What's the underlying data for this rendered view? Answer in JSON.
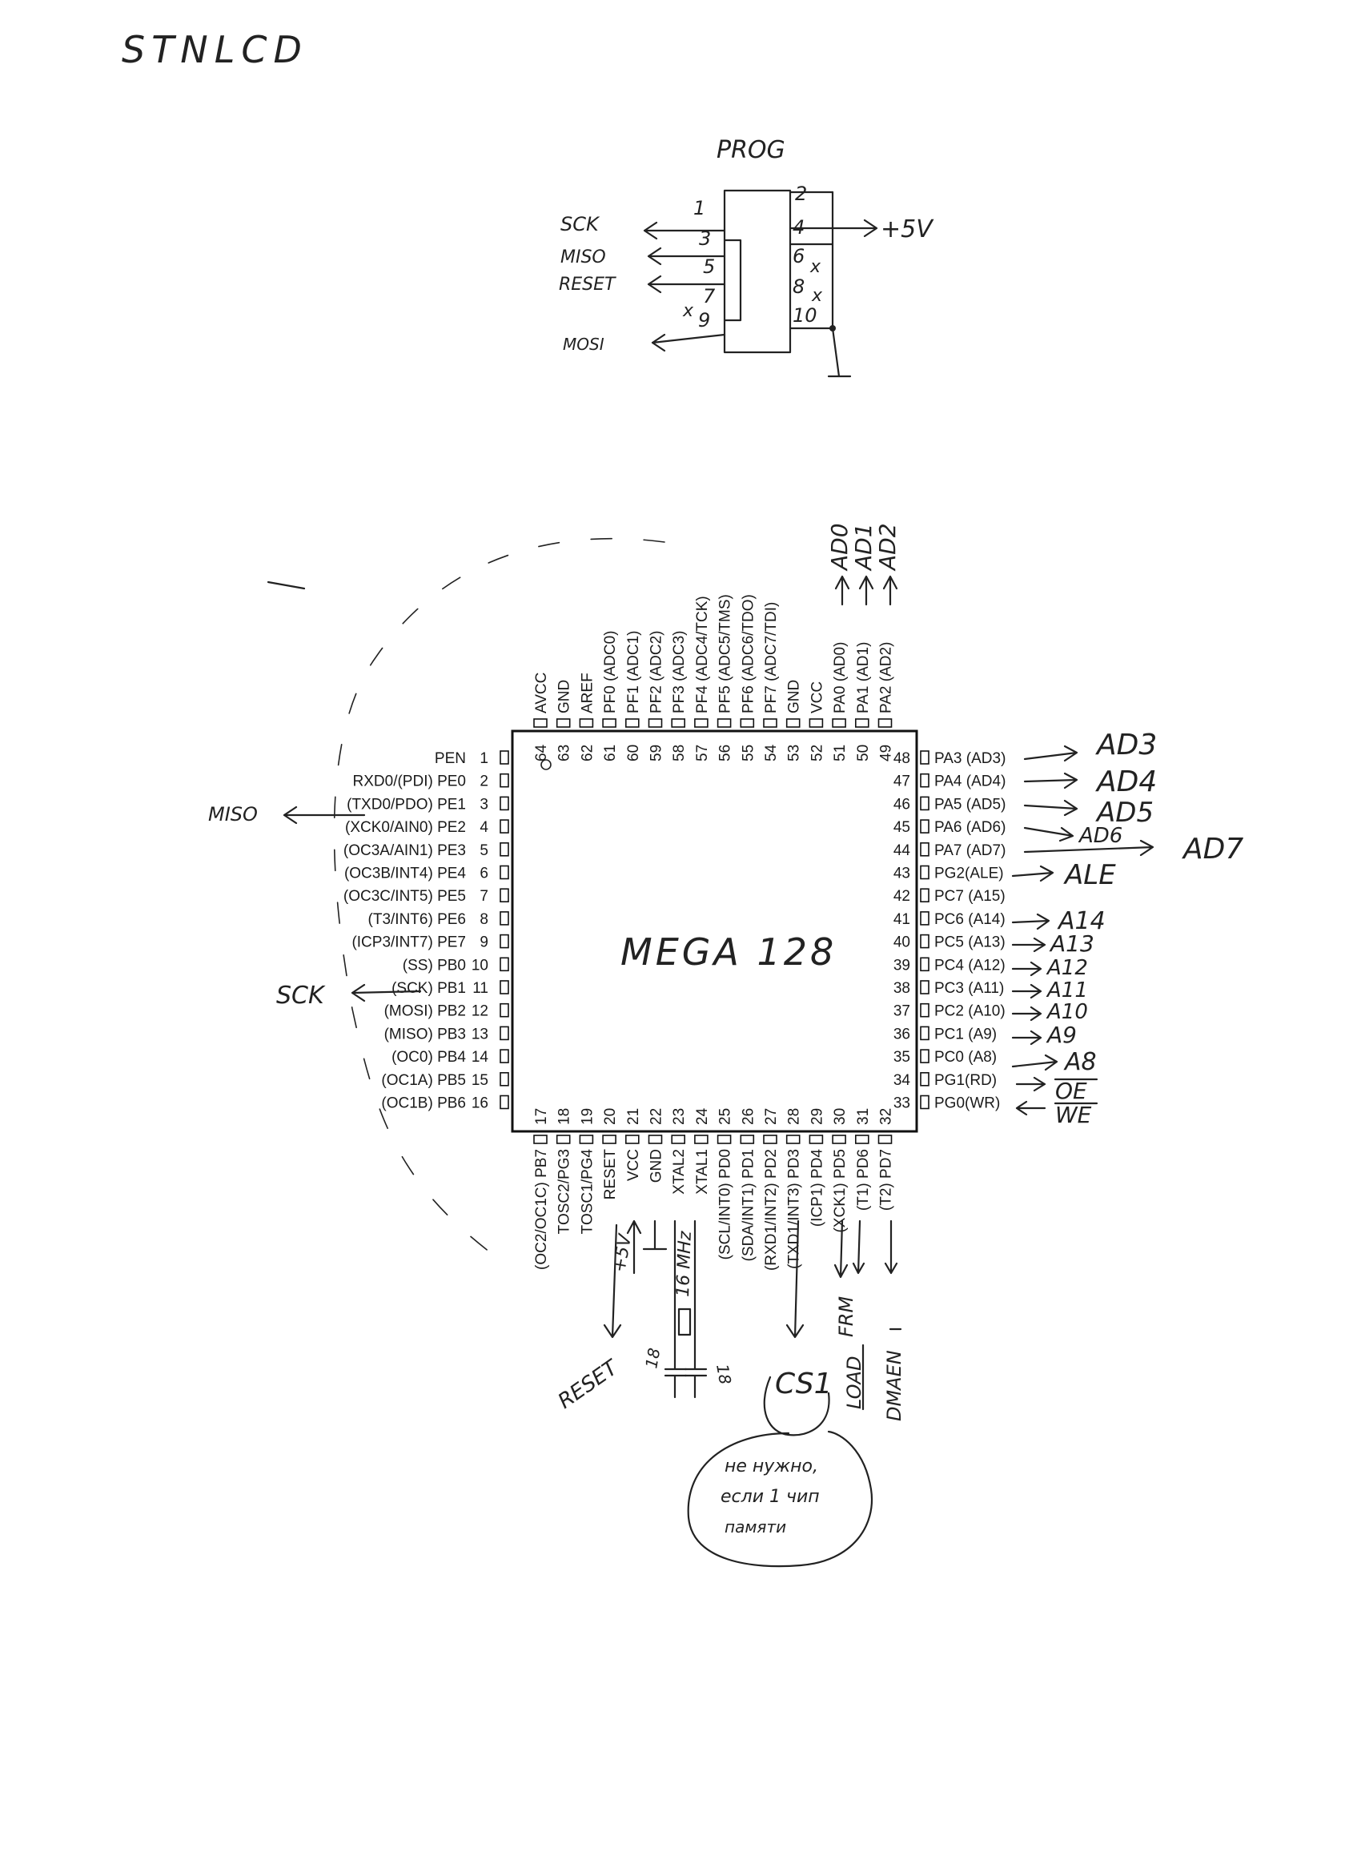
{
  "sheet_title": "STNLCD",
  "prog": {
    "title": "PROG",
    "signals_left": [
      "SCK",
      "MISO",
      "RESET",
      "MOSI"
    ],
    "supply_label": "+5V",
    "pin_labels": {
      "p1": "1",
      "p2": "2",
      "p3": "3",
      "p4": "4",
      "p5": "5",
      "p6": "6",
      "p7": "7",
      "p8": "8",
      "p9": "9",
      "p10": "10"
    },
    "nc_mark": "x"
  },
  "chip": {
    "name": "MEGA 128",
    "left_pins": [
      {
        "num": "1",
        "label": "PEN"
      },
      {
        "num": "2",
        "label": "RXD0/(PDI) PE0"
      },
      {
        "num": "3",
        "label": "(TXD0/PDO) PE1"
      },
      {
        "num": "4",
        "label": "(XCK0/AIN0) PE2"
      },
      {
        "num": "5",
        "label": "(OC3A/AIN1) PE3"
      },
      {
        "num": "6",
        "label": "(OC3B/INT4) PE4"
      },
      {
        "num": "7",
        "label": "(OC3C/INT5) PE5"
      },
      {
        "num": "8",
        "label": "(T3/INT6) PE6"
      },
      {
        "num": "9",
        "label": "(ICP3/INT7) PE7"
      },
      {
        "num": "10",
        "label": "(SS) PB0"
      },
      {
        "num": "11",
        "label": "(SCK) PB1"
      },
      {
        "num": "12",
        "label": "(MOSI) PB2"
      },
      {
        "num": "13",
        "label": "(MISO) PB3"
      },
      {
        "num": "14",
        "label": "(OC0) PB4"
      },
      {
        "num": "15",
        "label": "(OC1A) PB5"
      },
      {
        "num": "16",
        "label": "(OC1B) PB6"
      }
    ],
    "right_pins": [
      {
        "num": "48",
        "label": "PA3 (AD3)"
      },
      {
        "num": "47",
        "label": "PA4 (AD4)"
      },
      {
        "num": "46",
        "label": "PA5 (AD5)"
      },
      {
        "num": "45",
        "label": "PA6 (AD6)"
      },
      {
        "num": "44",
        "label": "PA7 (AD7)"
      },
      {
        "num": "43",
        "label": "PG2(ALE)"
      },
      {
        "num": "42",
        "label": "PC7 (A15)"
      },
      {
        "num": "41",
        "label": "PC6 (A14)"
      },
      {
        "num": "40",
        "label": "PC5 (A13)"
      },
      {
        "num": "39",
        "label": "PC4 (A12)"
      },
      {
        "num": "38",
        "label": "PC3 (A11)"
      },
      {
        "num": "37",
        "label": "PC2 (A10)"
      },
      {
        "num": "36",
        "label": "PC1 (A9)"
      },
      {
        "num": "35",
        "label": "PC0 (A8)"
      },
      {
        "num": "34",
        "label": "PG1(RD)"
      },
      {
        "num": "33",
        "label": "PG0(WR)"
      }
    ],
    "top_pins": [
      {
        "num": "64",
        "label": "AVCC"
      },
      {
        "num": "63",
        "label": "GND"
      },
      {
        "num": "62",
        "label": "AREF"
      },
      {
        "num": "61",
        "label": "PF0 (ADC0)"
      },
      {
        "num": "60",
        "label": "PF1 (ADC1)"
      },
      {
        "num": "59",
        "label": "PF2 (ADC2)"
      },
      {
        "num": "58",
        "label": "PF3 (ADC3)"
      },
      {
        "num": "57",
        "label": "PF4 (ADC4/TCK)"
      },
      {
        "num": "56",
        "label": "PF5 (ADC5/TMS)"
      },
      {
        "num": "55",
        "label": "PF6 (ADC6/TDO)"
      },
      {
        "num": "54",
        "label": "PF7 (ADC7/TDI)"
      },
      {
        "num": "53",
        "label": "GND"
      },
      {
        "num": "52",
        "label": "VCC"
      },
      {
        "num": "51",
        "label": "PA0 (AD0)"
      },
      {
        "num": "50",
        "label": "PA1 (AD1)"
      },
      {
        "num": "49",
        "label": "PA2 (AD2)"
      }
    ],
    "bottom_pins": [
      {
        "num": "17",
        "label": "(OC2/OC1C) PB7"
      },
      {
        "num": "18",
        "label": "TOSC2/PG3"
      },
      {
        "num": "19",
        "label": "TOSC1/PG4"
      },
      {
        "num": "20",
        "label": "RESET"
      },
      {
        "num": "21",
        "label": "VCC"
      },
      {
        "num": "22",
        "label": "GND"
      },
      {
        "num": "23",
        "label": "XTAL2"
      },
      {
        "num": "24",
        "label": "XTAL1"
      },
      {
        "num": "25",
        "label": "(SCL/INT0) PD0"
      },
      {
        "num": "26",
        "label": "(SDA/INT1) PD1"
      },
      {
        "num": "27",
        "label": "(RXD1/INT2) PD2"
      },
      {
        "num": "28",
        "label": "(TXD1/INT3) PD3"
      },
      {
        "num": "29",
        "label": "(ICP1) PD4"
      },
      {
        "num": "30",
        "label": "(XCK1) PD5"
      },
      {
        "num": "31",
        "label": "(T1) PD6"
      },
      {
        "num": "32",
        "label": "(T2) PD7"
      }
    ]
  },
  "annotations": {
    "left_miso": "MISO",
    "left_sck": "SCK",
    "top_ad": [
      "AD0",
      "AD1",
      "AD2"
    ],
    "right": [
      "AD3",
      "AD4",
      "AD5",
      "AD6",
      "AD7",
      "ALE",
      "A14",
      "A13",
      "A12",
      "A11",
      "A10",
      "A9",
      "A8",
      "OE",
      "WE"
    ],
    "vcc_note": "+5V",
    "crystal": "16 MHz",
    "cap_left": "18",
    "cap_right": "18",
    "reset": "RESET",
    "cs1": "CS1",
    "frm": "FRM",
    "load": "LOAD",
    "dmaen": "DMAEN",
    "bubble_lines": [
      "не нужно,",
      "если 1 чип",
      "памяти"
    ]
  }
}
